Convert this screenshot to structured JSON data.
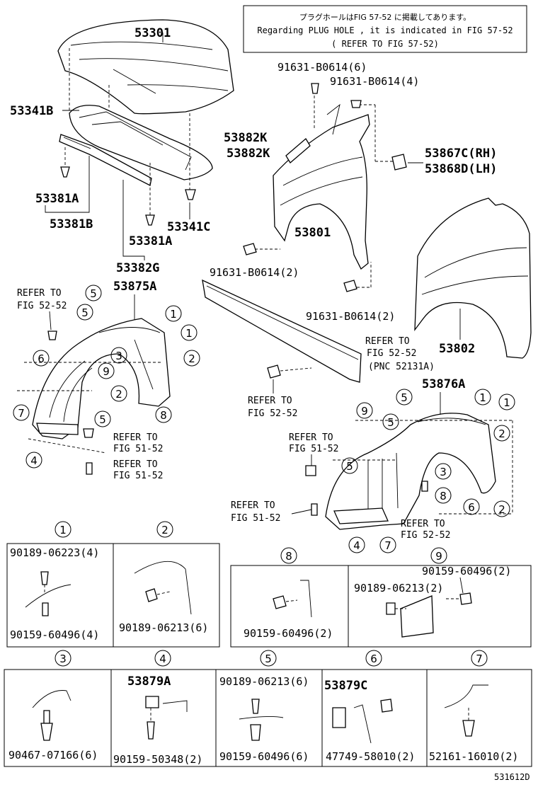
{
  "note": {
    "line1": "プラグホールはFIG 57-52 に掲載してあります。",
    "line2": "Regarding PLUG HOLE , it is indicated in FIG 57-52",
    "line3": "( REFER TO FIG 57-52)"
  },
  "parts": {
    "hood": "53301",
    "hood_seal_b": "53341B",
    "hood_seal_c": "53341C",
    "clip_a1": "53381A",
    "clip_b": "53381B",
    "clip_a2": "53381A",
    "seal_g": "53382G",
    "bolt_top6": "91631-B0614(6)",
    "bolt_top4": "91631-B0614(4)",
    "k1": "53882K",
    "k2": "53882K",
    "c_rh": "53867C(RH)",
    "d_lh": "53868D(LH)",
    "fender": "53801",
    "bolt_l2": "91631-B0614(2)",
    "bolt_r2": "91631-B0614(2)",
    "fender2": "53802",
    "liner_a": "53875A",
    "liner_b": "53876A"
  },
  "refs": {
    "r1a": "REFER TO",
    "r1b": "FIG 52-52",
    "r2a": "REFER TO",
    "r2b": "FIG 52-52",
    "r2c": "(PNC 52131A)",
    "r3a": "REFER TO",
    "r3b": "FIG 52-52",
    "r4a": "REFER TO",
    "r4b": "FIG 51-52",
    "r5a": "REFER TO",
    "r5b": "FIG 51-52",
    "r6a": "REFER TO",
    "r6b": "FIG 51-52",
    "r7a": "REFER TO",
    "r7b": "FIG 51-52",
    "r8a": "REFER TO",
    "r8b": "FIG 52-52"
  },
  "circles": {
    "c1": "1",
    "c2": "2",
    "c3": "3",
    "c4": "4",
    "c5": "5",
    "c6": "6",
    "c7": "7",
    "c8": "8",
    "c9": "9"
  },
  "details": {
    "d1_top": "90189-06223(4)",
    "d1_bot": "90159-60496(4)",
    "d2": "90189-06213(6)",
    "d8": "90159-60496(2)",
    "d9_top": "90159-60496(2)",
    "d9_mid": "90189-06213(2)",
    "d3": "90467-07166(6)",
    "d4_top": "53879A",
    "d4_bot": "90159-50348(2)",
    "d5_top": "90189-06213(6)",
    "d5_bot": "90159-60496(6)",
    "d6_top": "53879C",
    "d6_bot": "47749-58010(2)",
    "d7": "52161-16010(2)"
  },
  "code": "531612D"
}
